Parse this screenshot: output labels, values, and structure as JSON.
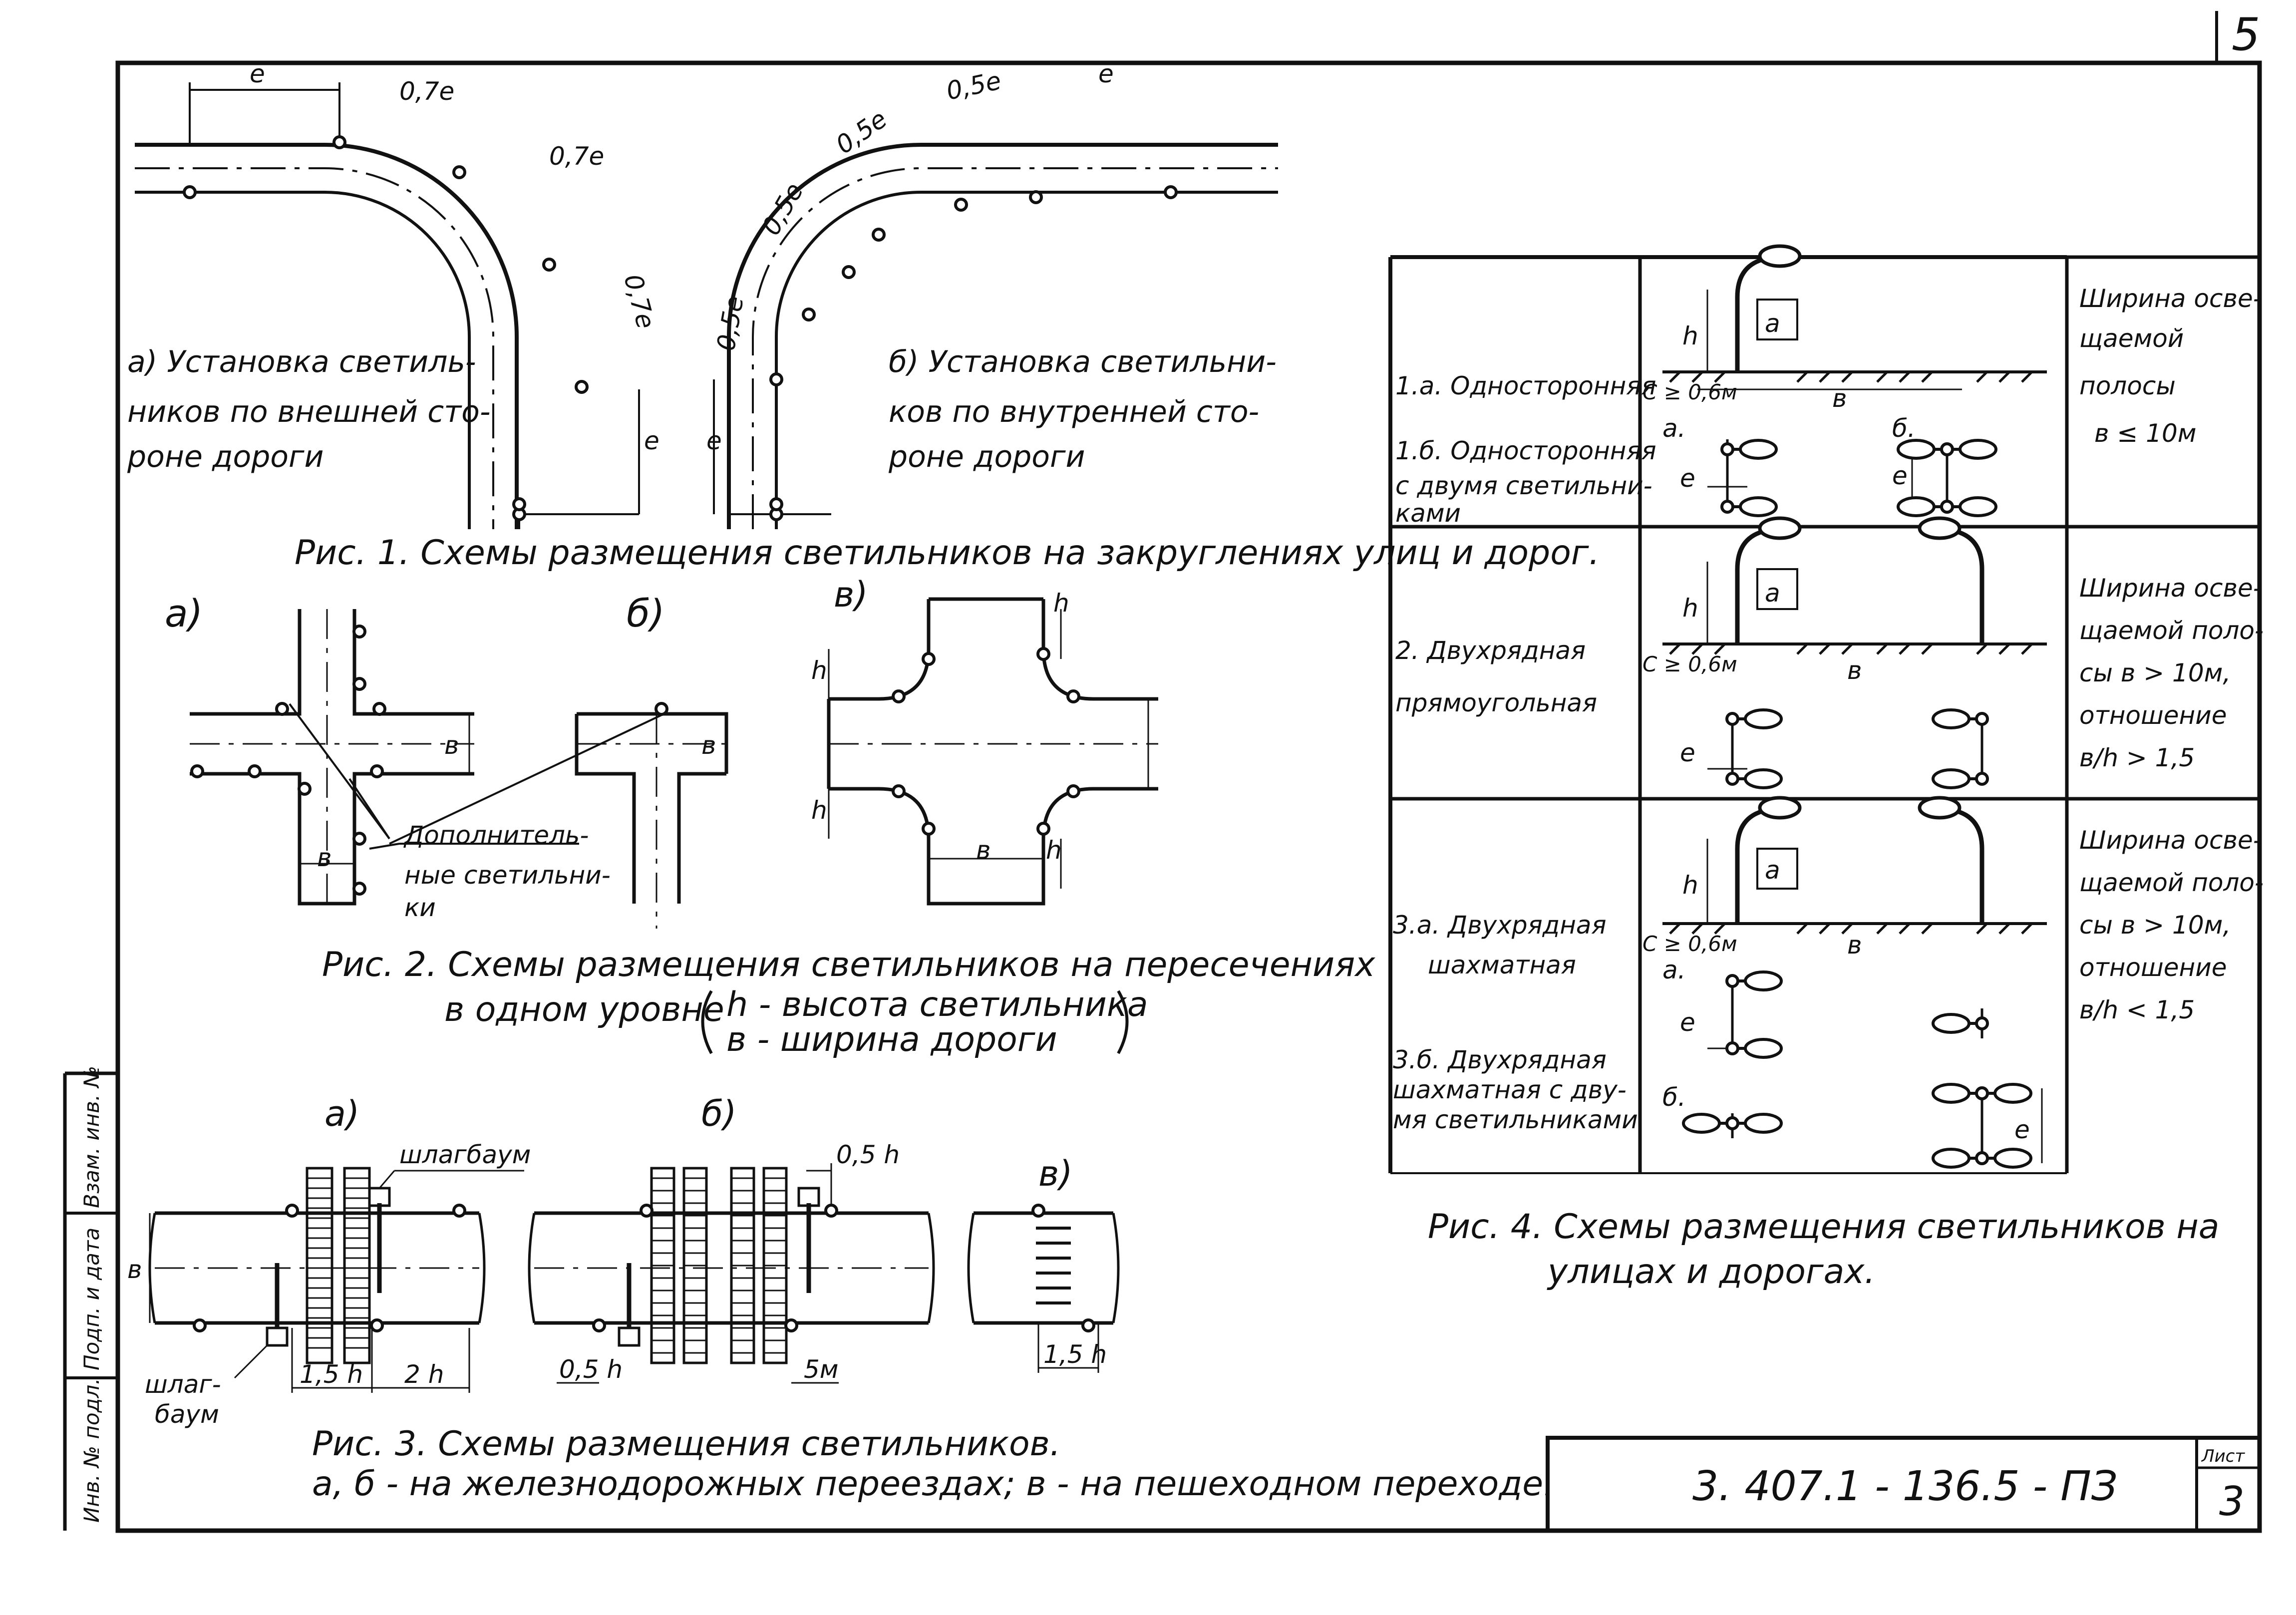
{
  "sheet": {
    "top_number": "5",
    "stamp_code": "3. 407.1 - 136.5 - ПЗ",
    "sheet_label": "Лист",
    "sheet_number": "3",
    "side_stamp": [
      "Инв. № подл.",
      "Подп. и дата",
      "Взам. инв. №"
    ]
  },
  "fig1": {
    "dims_a": [
      "е",
      "0,7е",
      "0,7е",
      "0,7е",
      "е"
    ],
    "dims_b": [
      "0,5е",
      "0,5е",
      "0,5е",
      "0,5е",
      "е",
      "е"
    ],
    "desc_a": [
      "а) Установка светиль-",
      "ников по внешней сто-",
      "роне дороги"
    ],
    "desc_b": [
      "б) Установка светильни-",
      "ков по внутренней сто-",
      "роне дороги"
    ],
    "caption": "Рис. 1. Схемы размещения светильников на закруглениях улиц и дорог."
  },
  "fig2": {
    "labels": [
      "а)",
      "б)",
      "в)"
    ],
    "dims": [
      "в",
      "в",
      "в",
      "в",
      "h",
      "h",
      "h",
      "h"
    ],
    "note": [
      "Дополнитель-",
      "ные светильни-",
      "ки"
    ],
    "caption_lines": [
      "Рис. 2.  Схемы  размещения   светильников  на пересечениях",
      "в одном  уровне"
    ],
    "legend_lines": [
      "h - высота  светильника",
      "в - ширина  дороги"
    ]
  },
  "fig3": {
    "labels": [
      "а)",
      "б)",
      "в)"
    ],
    "barrier": "шлагбаум",
    "barrier2": [
      "шлаг-",
      "баум"
    ],
    "dims": [
      "в",
      "1,5 h",
      "2 h",
      "0,5 h",
      "0,5 h",
      "5м",
      "1,5 h"
    ],
    "caption_lines": [
      "Рис. 3.  Схемы  размещения   светильников.",
      "а, б - на железнодорожных переездах;  в - на пешеходном переходе."
    ]
  },
  "fig4": {
    "rows": [
      {
        "names": [
          "1.а. Односторонняя",
          "1.б. Односторонняя",
          "с двумя светильни-",
          "ками"
        ],
        "dims": [
          "h",
          "a",
          "С ≥ 0,6м",
          "в",
          "е",
          "е"
        ],
        "sub": [
          "а.",
          "б."
        ],
        "width": [
          "Ширина осве-",
          "щаемой",
          "полосы",
          "в ≤ 10м"
        ]
      },
      {
        "names": [
          "2. Двухрядная",
          "прямоугольная"
        ],
        "dims": [
          "h",
          "a",
          "С ≥ 0,6м",
          "в",
          "е"
        ],
        "sub": [],
        "width": [
          "Ширина осве-",
          "щаемой поло-",
          "сы  в > 10м,",
          "отношение",
          "в/h > 1,5"
        ]
      },
      {
        "names": [
          "3.а. Двухрядная",
          "шахматная",
          "3.б. Двухрядная",
          "шахматная с дву-",
          "мя светильниками"
        ],
        "dims": [
          "h",
          "a",
          "С ≥ 0,6м",
          "в",
          "е",
          "е"
        ],
        "sub": [
          "а.",
          "б."
        ],
        "width": [
          "Ширина осве-",
          "щаемой поло-",
          "сы  в > 10м,",
          "отношение",
          "в/h < 1,5"
        ]
      }
    ],
    "caption_lines": [
      "Рис. 4.  Схемы  размещения   светильников   на",
      "улицах  и  дорогах."
    ]
  }
}
